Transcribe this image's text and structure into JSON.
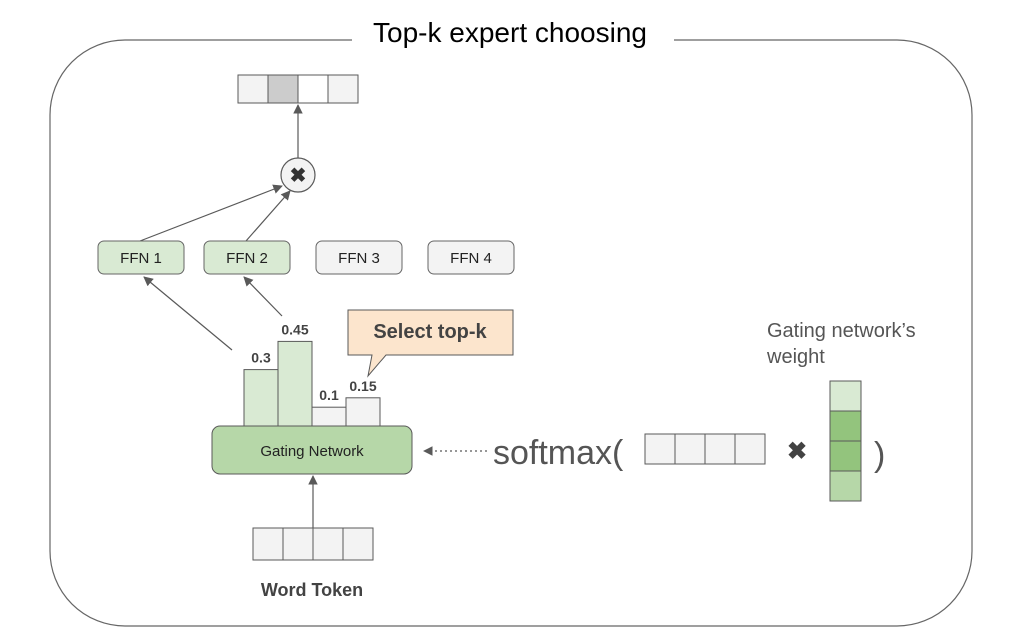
{
  "title": "Top-k expert choosing",
  "experts": [
    {
      "label": "FFN 1",
      "selected": true
    },
    {
      "label": "FFN 2",
      "selected": true
    },
    {
      "label": "FFN 3",
      "selected": false
    },
    {
      "label": "FFN 4",
      "selected": false
    }
  ],
  "gate_scores": [
    {
      "label": "0.3",
      "value": 0.3,
      "selected": true
    },
    {
      "label": "0.45",
      "value": 0.45,
      "selected": true
    },
    {
      "label": "0.1",
      "value": 0.1,
      "selected": false
    },
    {
      "label": "0.15",
      "value": 0.15,
      "selected": false
    }
  ],
  "callout": "Select top-k",
  "gating_network_label": "Gating Network",
  "word_token_label": "Word Token",
  "softmax_label": "softmax(",
  "multiply_symbol": "✖",
  "close_paren": ")",
  "gating_weight_label": [
    "Gating network’s",
    "weight"
  ],
  "colors": {
    "selected_fill": "#d9ead3",
    "unselected_fill": "#f3f3f3",
    "gating_fill": "#b6d7a8",
    "weight_dark": "#93c47d",
    "weight_light": "#b6d7a8",
    "weight_top": "#d9ead3",
    "callout_fill": "#fce5cd",
    "output_highlight": "#cccccc"
  }
}
